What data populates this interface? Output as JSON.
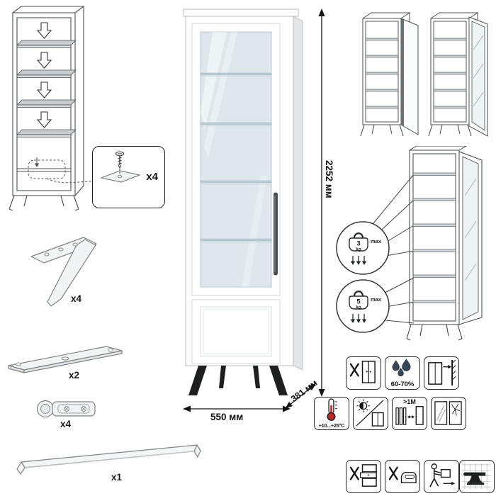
{
  "dimensions": {
    "height": "2252 мм",
    "width": "550 мм",
    "depth": "381 мм"
  },
  "parts": {
    "shelf_fitting_qty": "x4",
    "leg_qty": "x4",
    "strip_qty": "x2",
    "hinge_qty": "x4",
    "handle_qty": "x1"
  },
  "load_limits": {
    "glass_shelf": {
      "value": "3",
      "unit": "kg",
      "note": "max"
    },
    "bottom_shelf": {
      "value": "5",
      "unit": "kg",
      "note": "max"
    }
  },
  "care": {
    "humidity": "60-70%",
    "temperature": "+10...+25°C",
    "distance": ">1M"
  },
  "colors": {
    "glass": "#dde7ec",
    "leg_black": "#1d1f21",
    "thermometer_red": "#b92b24",
    "water_drop": "#35475a"
  }
}
